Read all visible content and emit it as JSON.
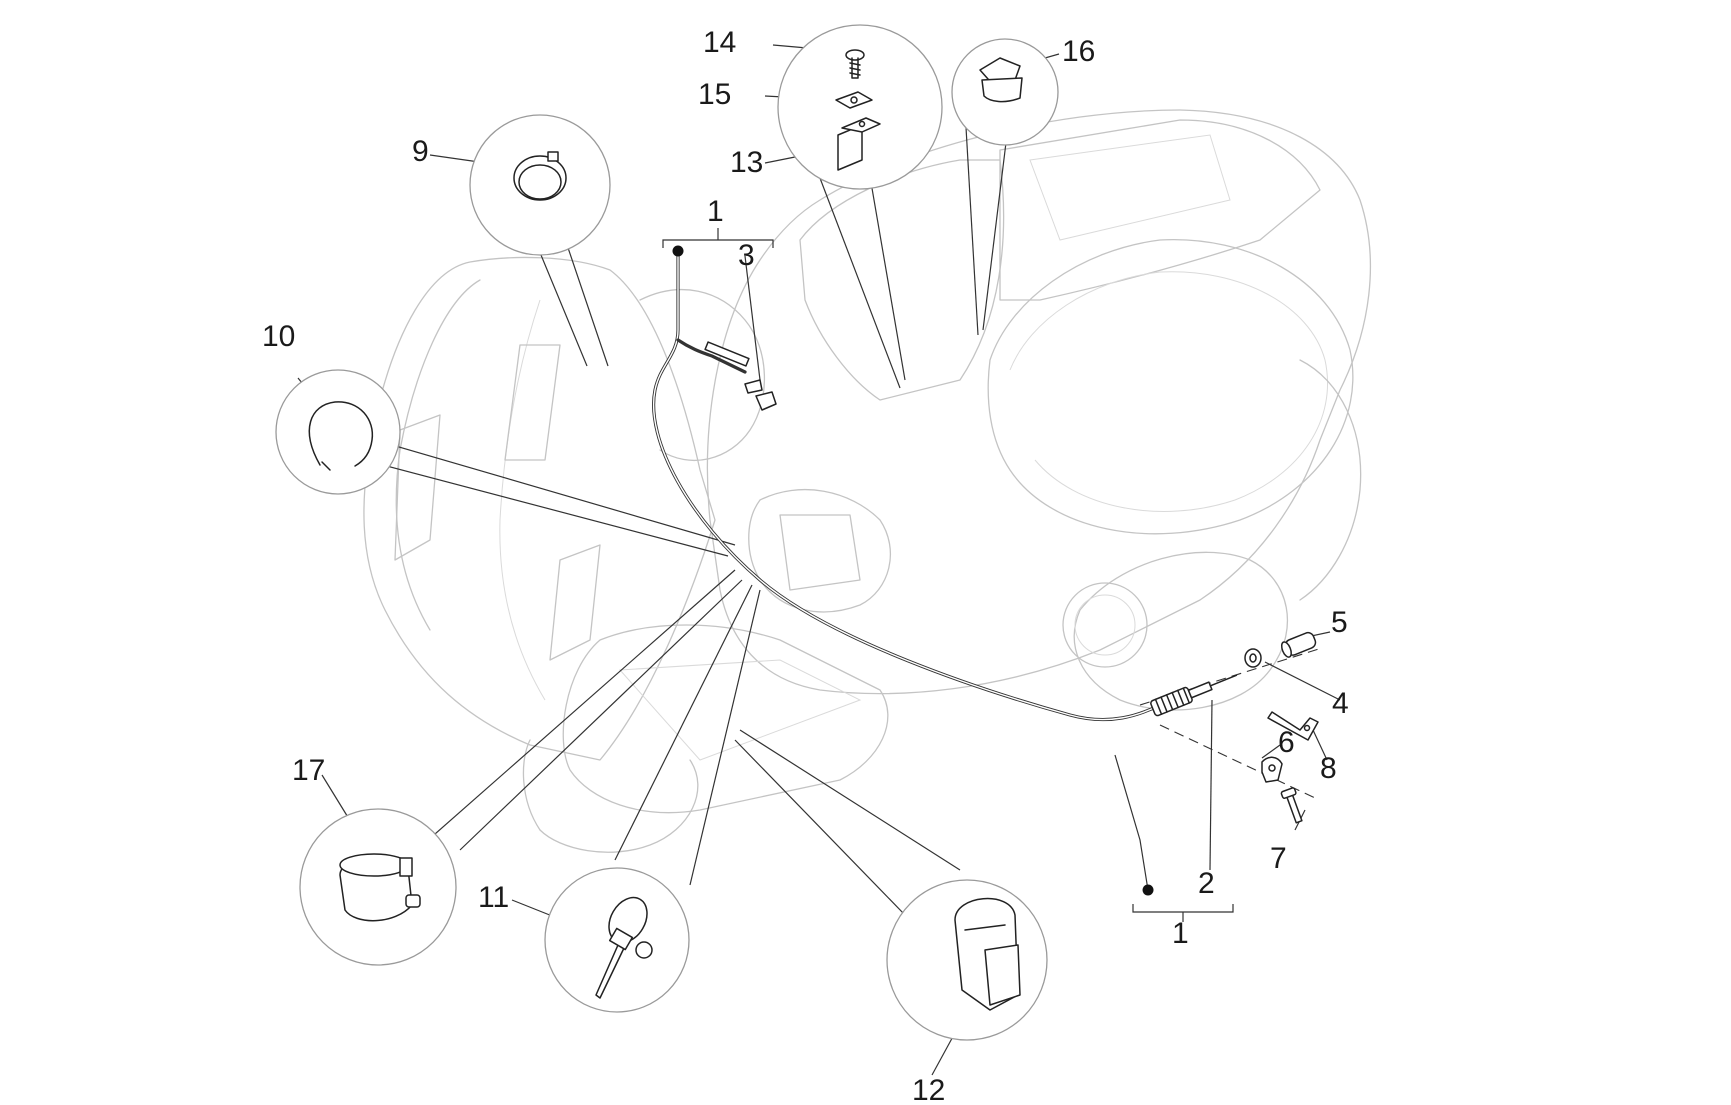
{
  "diagram": {
    "type": "exploded parts diagram",
    "subject": "scooter cable routing",
    "callouts": [
      {
        "id": "c1",
        "label": "1"
      },
      {
        "id": "c1b",
        "label": "1"
      },
      {
        "id": "c2",
        "label": "2"
      },
      {
        "id": "c3",
        "label": "3"
      },
      {
        "id": "c4",
        "label": "4"
      },
      {
        "id": "c5",
        "label": "5"
      },
      {
        "id": "c6",
        "label": "6"
      },
      {
        "id": "c7",
        "label": "7"
      },
      {
        "id": "c8",
        "label": "8"
      },
      {
        "id": "c9",
        "label": "9"
      },
      {
        "id": "c10",
        "label": "10"
      },
      {
        "id": "c11",
        "label": "11"
      },
      {
        "id": "c12",
        "label": "12"
      },
      {
        "id": "c13",
        "label": "13"
      },
      {
        "id": "c14",
        "label": "14"
      },
      {
        "id": "c15",
        "label": "15"
      },
      {
        "id": "c16",
        "label": "16"
      },
      {
        "id": "c17",
        "label": "17"
      }
    ]
  }
}
